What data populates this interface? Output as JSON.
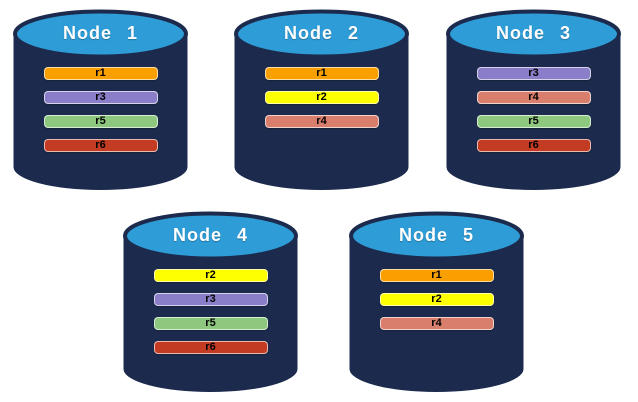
{
  "diagram": {
    "background_color": "#ffffff",
    "cylinder": {
      "body_color": "#1c2b4d",
      "top_color": "#2e9cd6",
      "top_border_color": "#1c2b4d",
      "label_color": "#ffffff"
    },
    "replica_colors": {
      "r1": "#f9a000",
      "r2": "#feff00",
      "r3": "#8b7ec8",
      "r4": "#d97e6d",
      "r5": "#8ec87f",
      "r6": "#c33b22"
    },
    "bar_text_color": "#000000",
    "nodes": [
      {
        "label": "Node 1",
        "replicas": [
          "r1",
          "r3",
          "r5",
          "r6"
        ]
      },
      {
        "label": "Node 2",
        "replicas": [
          "r1",
          "r2",
          "r4"
        ]
      },
      {
        "label": "Node 3",
        "replicas": [
          "r3",
          "r4",
          "r5",
          "r6"
        ]
      },
      {
        "label": "Node 4",
        "replicas": [
          "r2",
          "r3",
          "r5",
          "r6"
        ]
      },
      {
        "label": "Node 5",
        "replicas": [
          "r1",
          "r2",
          "r4"
        ]
      }
    ]
  }
}
